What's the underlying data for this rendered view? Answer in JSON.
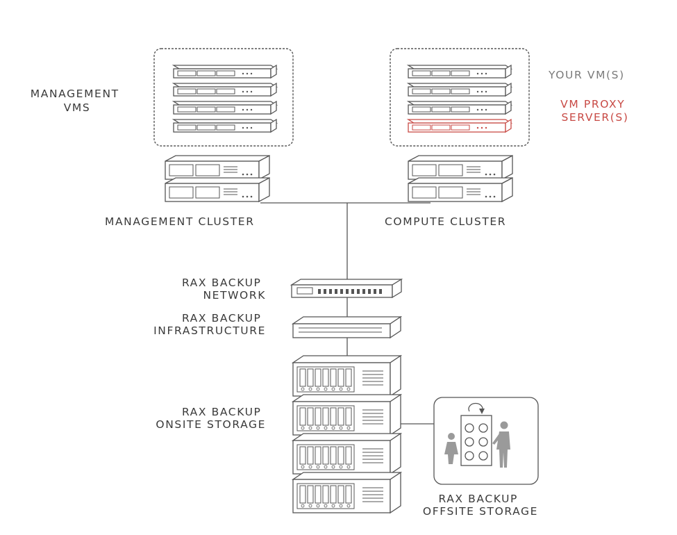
{
  "labels": {
    "management_vms": [
      "MANAGEMENT",
      "VMS"
    ],
    "your_vms": "YOUR VM(S)",
    "vm_proxy": [
      "VM PROXY",
      "SERVER(S)"
    ],
    "management_cluster": "MANAGEMENT CLUSTER",
    "compute_cluster": "COMPUTE CLUSTER",
    "backup_network": [
      "RAX BACKUP",
      "NETWORK"
    ],
    "backup_infrastructure": [
      "RAX BACKUP",
      "INFRASTRUCTURE"
    ],
    "onsite_storage": [
      "RAX BACKUP",
      "ONSITE STORAGE"
    ],
    "offsite_storage": [
      "RAX BACKUP",
      "OFFSITE STORAGE"
    ]
  },
  "colors": {
    "line": "#555555",
    "text": "#3a3a3a",
    "accent_red": "#c84a45",
    "muted": "#7a7a7a",
    "figure": "#9a9a9a"
  },
  "icons": [
    "cloud-frame-icon",
    "server-icon",
    "network-switch-icon",
    "backup-appliance-icon",
    "storage-array-icon",
    "offsite-storage-icon",
    "person-icon"
  ]
}
